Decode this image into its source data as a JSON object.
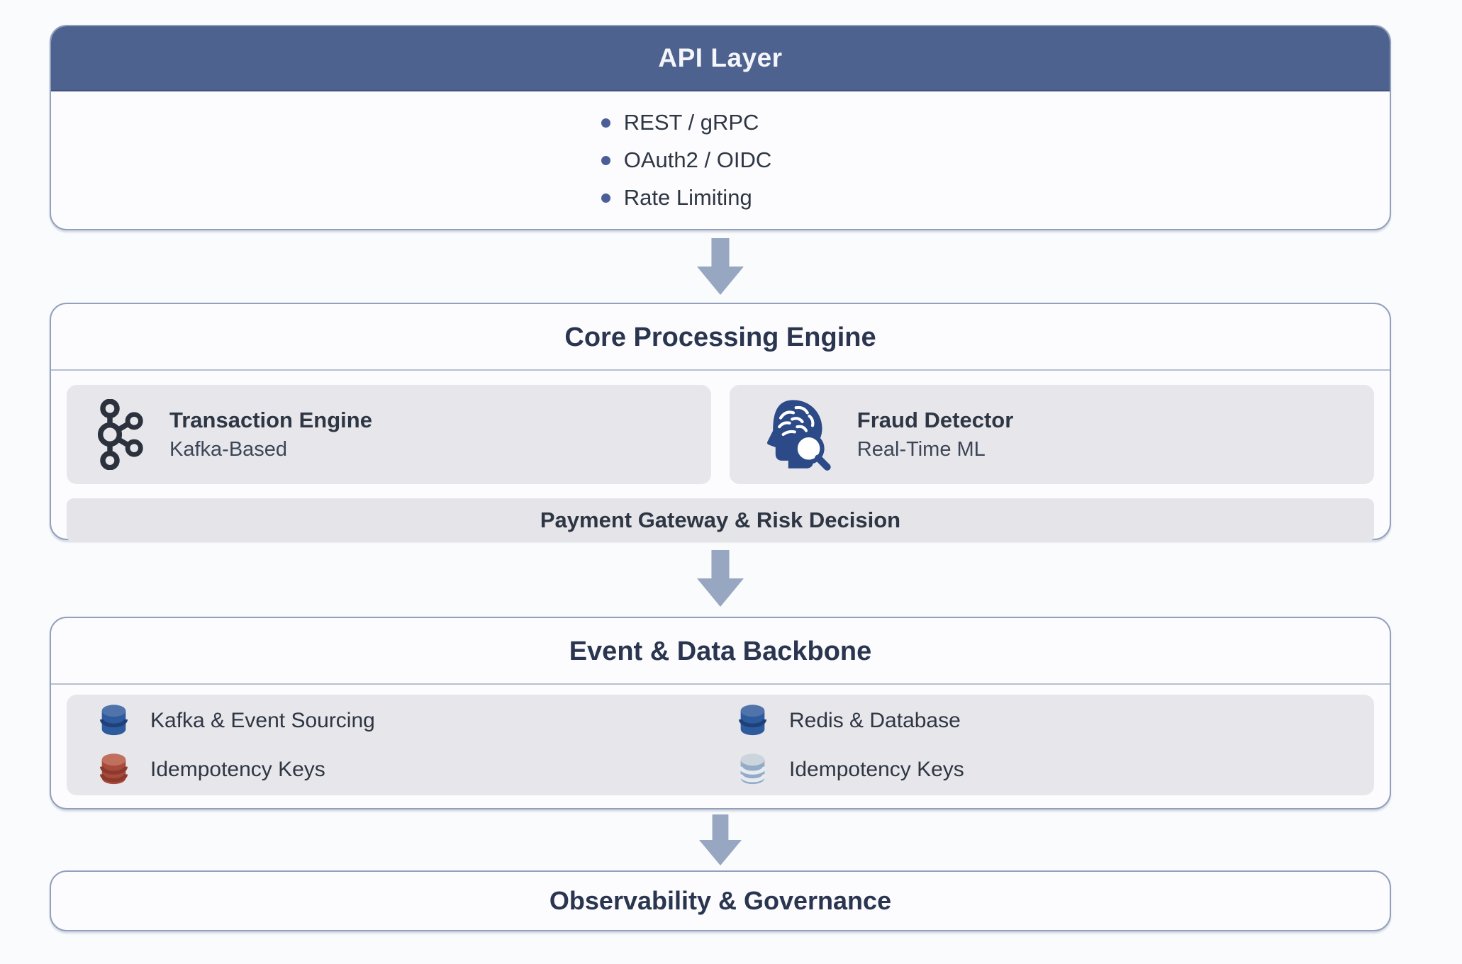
{
  "colors": {
    "page_bg": "#fafbfd",
    "header_blue": "#4e6290",
    "header_text": "#f4f6fa",
    "box_border": "#93a0bc",
    "box_bg": "#fcfcfe",
    "title_navy": "#2a3550",
    "text_dark": "#2e3644",
    "subtext": "#3d4657",
    "divider": "#b6bfd1",
    "card_gray": "#e7e7eb",
    "bar_gray": "#e4e4e9",
    "arrow": "#97a6c1",
    "bullet_blue": "#4a5f97",
    "kafka_dark": "#2b313d",
    "fraud_navy": "#2c4a87",
    "db_blue_body": "#2e5b9e",
    "db_red_body": "#a84a3c",
    "db_light_body": "#93abc6"
  },
  "api_layer": {
    "title": "API Layer",
    "items": [
      "REST / gRPC",
      "OAuth2 / OIDC",
      "Rate Limiting"
    ]
  },
  "core_engine": {
    "title": "Core Processing Engine",
    "cards": [
      {
        "icon": "kafka-icon",
        "title": "Transaction Engine",
        "subtitle": "Kafka-Based"
      },
      {
        "icon": "fraud-brain-magnifier-icon",
        "title": "Fraud Detector",
        "subtitle": "Real-Time ML"
      }
    ],
    "bar": "Payment Gateway & Risk Decision"
  },
  "backbone": {
    "title": "Event & Data Backbone",
    "columns": [
      {
        "rows": [
          {
            "icon": "database-blue-icon",
            "label": "Kafka & Event Sourcing"
          },
          {
            "icon": "database-red-icon",
            "label": "Idempotency Keys"
          }
        ]
      },
      {
        "rows": [
          {
            "icon": "database-blue-icon",
            "label": "Redis & Database"
          },
          {
            "icon": "database-light-icon",
            "label": "Idempotency Keys"
          }
        ]
      }
    ]
  },
  "observability": {
    "title": "Observability & Governance"
  }
}
